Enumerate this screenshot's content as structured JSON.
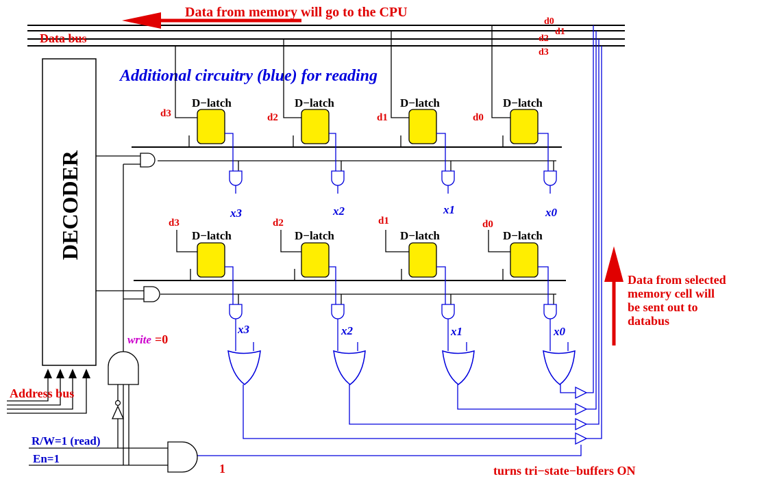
{
  "labels": {
    "arrow_top": "Data from memory will go to the CPU",
    "data_bus": "Data bus",
    "additional": "Additional circuitry (blue) for reading",
    "decoder": "DECODER",
    "address_bus": "Address bus",
    "write_word": "write",
    "write_value": "=0",
    "rw": "R/W=1 (read)",
    "en": "En=1",
    "one": "1",
    "turns_on": "turns tri−state−buffers ON",
    "arrow_right": [
      "Data from selected",
      "memory cell will",
      "be sent out to",
      "databus"
    ],
    "latch": "D−latch"
  },
  "bus_lines": [
    "d0",
    "d1",
    "d2",
    "d3"
  ],
  "rows": [
    {
      "cells": [
        {
          "input": "d3",
          "output": "x3"
        },
        {
          "input": "d2",
          "output": "x2"
        },
        {
          "input": "d1",
          "output": "x1"
        },
        {
          "input": "d0",
          "output": "x0"
        }
      ]
    },
    {
      "cells": [
        {
          "input": "d3",
          "output": "x3"
        },
        {
          "input": "d2",
          "output": "x2"
        },
        {
          "input": "d1",
          "output": "x1"
        },
        {
          "input": "d0",
          "output": "x0"
        }
      ]
    }
  ],
  "colors": {
    "latch_fill": "#ffee00",
    "annotation_red": "#e00000",
    "read_circuit_blue": "#0000dd",
    "write_magenta": "#cc00cc"
  }
}
